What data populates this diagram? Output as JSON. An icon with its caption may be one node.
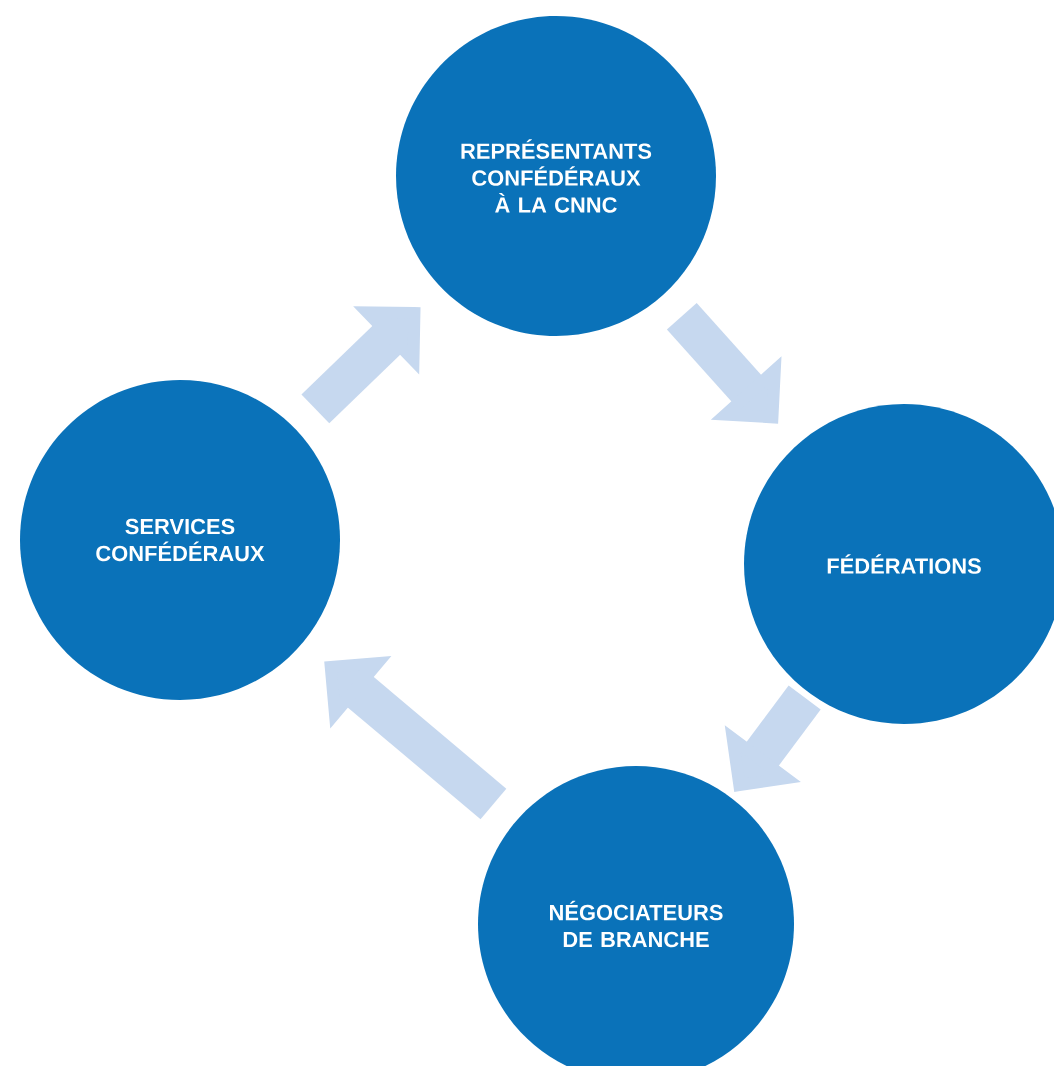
{
  "diagram": {
    "nodes": [
      {
        "text": [
          "REPRÉSENTANTS CONFÉDÉRAUX À LA CNNC"
        ]
      },
      {
        "text": [
          "FÉDÉRATIONS"
        ]
      },
      {
        "text": [
          "NÉGOCIATEURS DE BRANCHE"
        ]
      },
      {
        "text": [
          "SERVICES CONFÉDÉRAUX"
        ]
      }
    ],
    "edges": [
      {
        "from": 0,
        "to": 1,
        "arrow": "to"
      },
      {
        "from": 1,
        "to": 2,
        "arrow": "to"
      },
      {
        "from": 2,
        "to": 3,
        "arrow": "to"
      },
      {
        "from": 3,
        "to": 0,
        "arrow": "to"
      }
    ]
  }
}
